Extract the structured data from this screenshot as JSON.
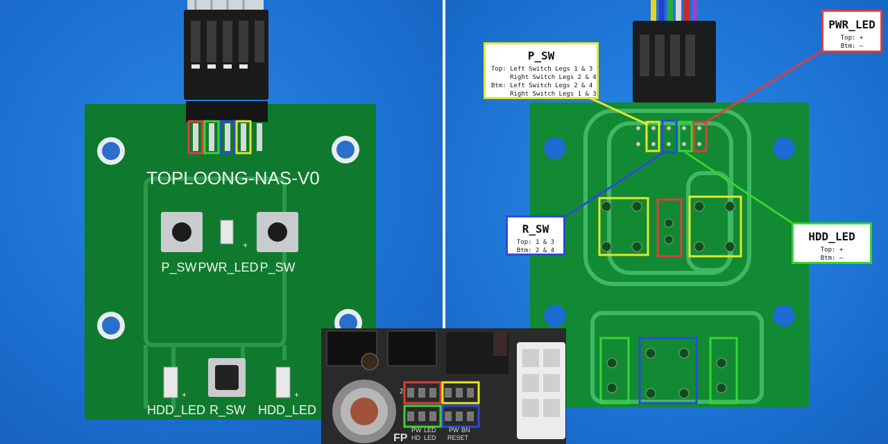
{
  "front_board": {
    "board_name": "TOPLOONG-NAS-V0",
    "labels": {
      "p_sw_left": "P_SW",
      "pwr_led": "PWR_LED",
      "p_sw_right": "P_SW",
      "hdd_led_left": "HDD_LED",
      "r_sw": "R_SW",
      "hdd_led_right": "HDD_LED",
      "plus_1": "+",
      "plus_2": "+",
      "plus_3": "+"
    }
  },
  "back_board": {
    "callouts": {
      "p_sw": {
        "title": "P_SW",
        "lines": [
          "Top: Left Switch Legs 1 & 3",
          "     Right Switch Legs 2 & 4",
          "Btm: Left Switch Legs 2 & 4",
          "     Right Switch Legs 1 & 3"
        ]
      },
      "pwr_led": {
        "title": "PWR_LED",
        "lines": [
          "Top: +",
          "Btm: –"
        ]
      },
      "r_sw": {
        "title": "R_SW",
        "lines": [
          "Top: 1 & 3",
          "Btm: 2 & 4"
        ]
      },
      "hdd_led": {
        "title": "HDD_LED",
        "lines": [
          "Top: +",
          "Btm: –"
        ]
      }
    }
  },
  "motherboard_inset": {
    "header_label": "FP",
    "col1_top": "PW",
    "col1_bottom": "HD",
    "col2_top": "LED",
    "col2_bottom": "LED",
    "col3_top": "PW",
    "col3_bottom": "RESET",
    "col4_top": "BN",
    "pin_number": "2"
  },
  "colors": {
    "pwr_led": "#e23b3b",
    "hdd_led": "#39d431",
    "r_sw": "#2a4bdc",
    "p_sw": "#e4e82a",
    "pcb": "#0f7a2e",
    "background": "#1f77d8"
  }
}
